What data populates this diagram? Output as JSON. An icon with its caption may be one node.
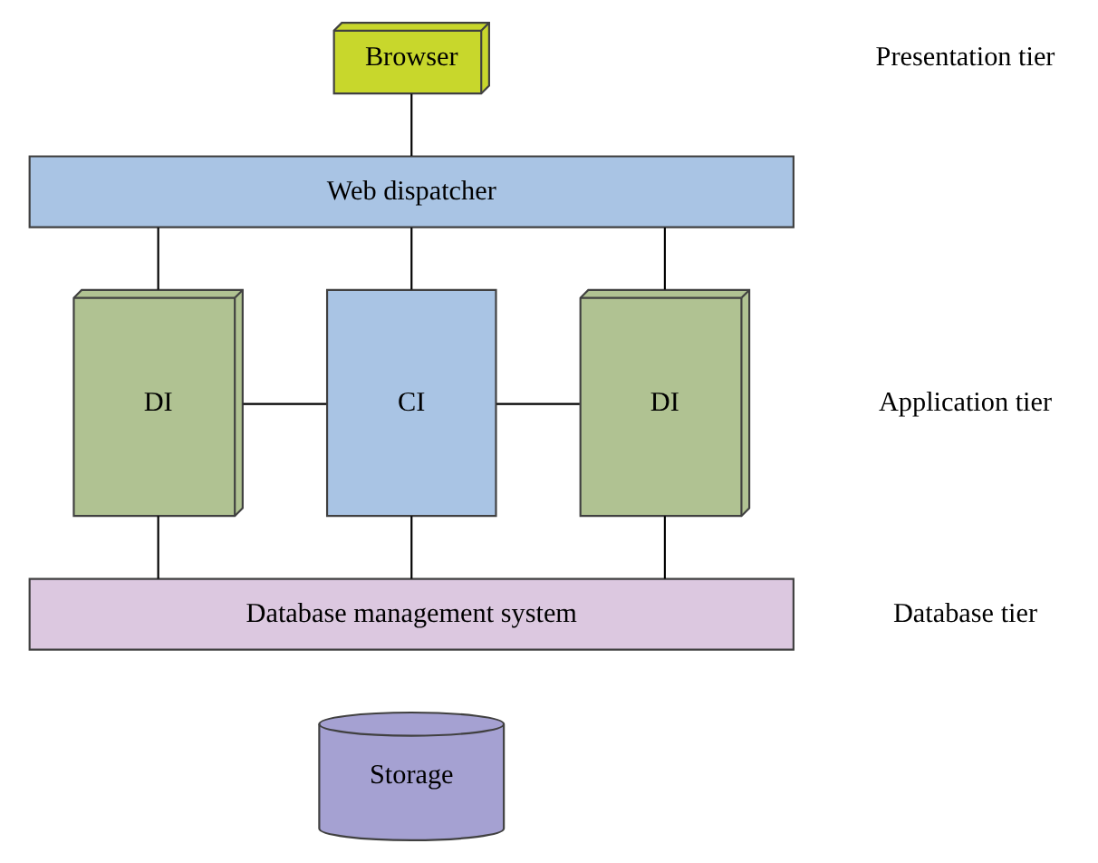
{
  "diagram": {
    "nodes": [
      {
        "text": [
          "Browser"
        ]
      },
      {
        "text": [
          "Web dispatcher"
        ]
      },
      {
        "text": [
          "DI"
        ]
      },
      {
        "text": [
          "CI"
        ]
      },
      {
        "text": [
          "DI"
        ]
      },
      {
        "text": [
          "Database management system"
        ]
      },
      {
        "text": [
          "Storage"
        ]
      }
    ],
    "edges": [
      {
        "from": 0,
        "to": 1,
        "arrow": "none"
      },
      {
        "from": 1,
        "to": 2,
        "arrow": "none"
      },
      {
        "from": 1,
        "to": 3,
        "arrow": "none"
      },
      {
        "from": 1,
        "to": 4,
        "arrow": "none"
      },
      {
        "from": 2,
        "to": 3,
        "arrow": "none"
      },
      {
        "from": 3,
        "to": 4,
        "arrow": "none"
      },
      {
        "from": 2,
        "to": 5,
        "arrow": "none"
      },
      {
        "from": 3,
        "to": 5,
        "arrow": "none"
      },
      {
        "from": 4,
        "to": 5,
        "arrow": "none"
      }
    ],
    "labels": [
      "Presentation tier",
      "Application tier",
      "Database tier"
    ]
  }
}
